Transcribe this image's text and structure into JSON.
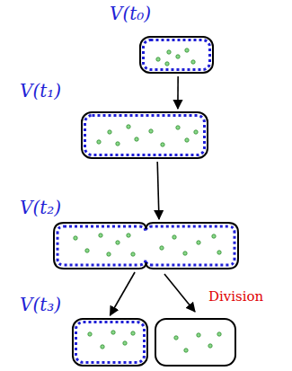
{
  "diagram": {
    "nodes": [
      {
        "text": [
          "V(t₀)"
        ]
      },
      {
        "text": [
          "V(t₁)"
        ]
      },
      {
        "text": [
          "V(t₂)"
        ]
      },
      {
        "text": [
          "V(t₃)"
        ]
      }
    ],
    "edges": [
      {
        "from": 0,
        "to": 1,
        "arrow": "to"
      },
      {
        "from": 1,
        "to": 2,
        "arrow": "to"
      },
      {
        "from": 2,
        "to": 3,
        "arrow": "to"
      }
    ],
    "labels": [
      "Division"
    ]
  }
}
